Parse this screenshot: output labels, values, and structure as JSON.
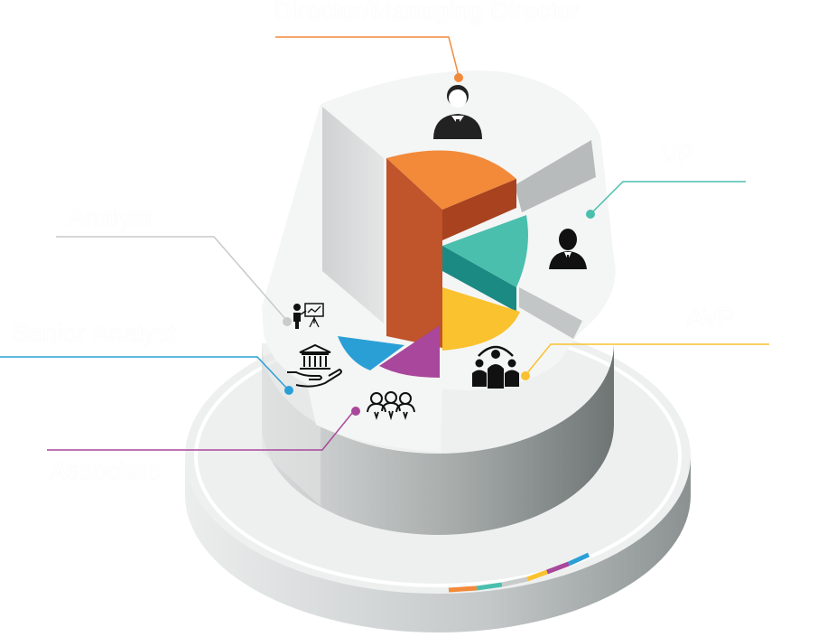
{
  "diagram": {
    "title": "",
    "colors": {
      "director": "#f28a3a",
      "director_dark": "#c0542a",
      "vp": "#4bbfae",
      "vp_dark": "#1b8a82",
      "avp": "#f9c22e",
      "associate": "#a8479b",
      "senior_analyst": "#2a9fd6",
      "analyst": "#c9cbcb",
      "cylinder_side": "#8f9594",
      "cylinder_top": "#f4f5f5"
    },
    "levels": [
      {
        "key": "director",
        "label": "Director/Managing Director",
        "icon": "businessman-icon"
      },
      {
        "key": "vp",
        "label": "VP",
        "icon": "executive-icon"
      },
      {
        "key": "avp",
        "label": "AVP",
        "icon": "team-leader-icon"
      },
      {
        "key": "associate",
        "label": "Associate",
        "icon": "group-icon"
      },
      {
        "key": "senior_analyst",
        "label": "Senior Analyst",
        "icon": "bank-hand-icon"
      },
      {
        "key": "analyst",
        "label": "Analyst",
        "icon": "presenter-chart-icon"
      }
    ]
  }
}
